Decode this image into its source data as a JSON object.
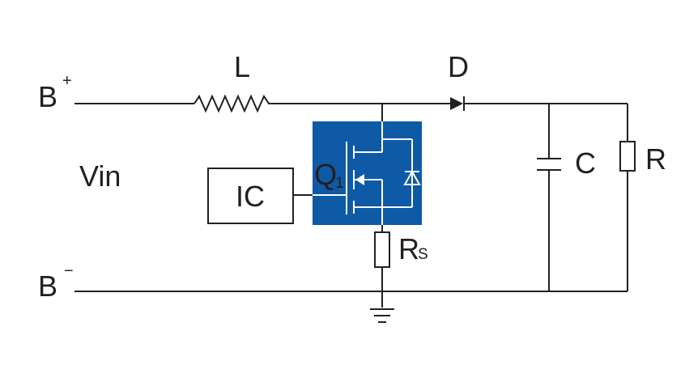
{
  "labels": {
    "b_plus": "B",
    "b_plus_sign": "+",
    "b_minus": "B",
    "b_minus_sign": "−",
    "vin": "Vin",
    "inductor": "L",
    "diode": "D",
    "capacitor": "C",
    "resistor": "R",
    "ic": "IC",
    "mosfet": "Q",
    "mosfet_sub": "1",
    "sense_resistor": "R",
    "sense_resistor_sub": "S"
  },
  "colors": {
    "mosfet_fill": "#0e5aa7",
    "wire": "#231f20"
  },
  "icons": {
    "mosfet": "n-channel-mosfet-icon",
    "ground": "ground-icon"
  }
}
